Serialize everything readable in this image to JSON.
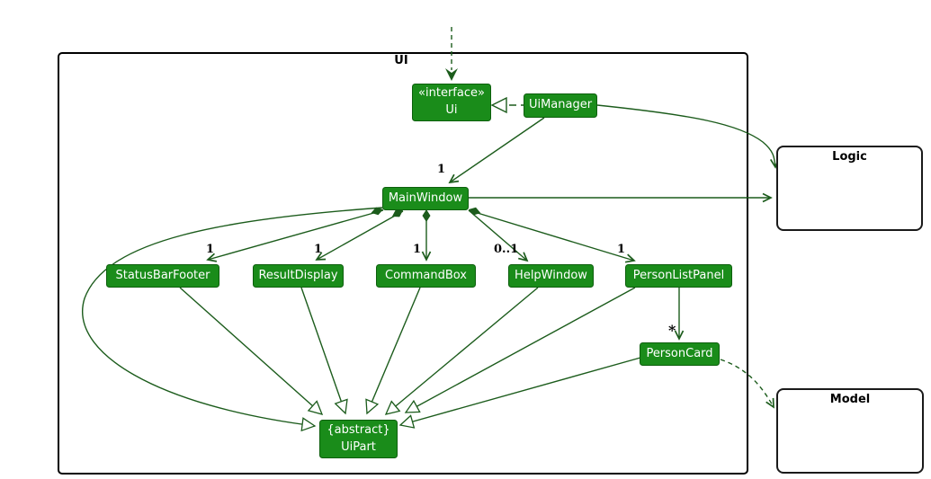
{
  "frame": {
    "label": "UI"
  },
  "classes": {
    "ui_interface": {
      "stereotype": "«interface»",
      "name": "Ui"
    },
    "ui_manager": {
      "name": "UiManager"
    },
    "main_window": {
      "name": "MainWindow"
    },
    "status_bar_footer": {
      "name": "StatusBarFooter"
    },
    "result_display": {
      "name": "ResultDisplay"
    },
    "command_box": {
      "name": "CommandBox"
    },
    "help_window": {
      "name": "HelpWindow"
    },
    "person_list_panel": {
      "name": "PersonListPanel"
    },
    "person_card": {
      "name": "PersonCard"
    },
    "ui_part": {
      "modifier": "{abstract}",
      "name": "UiPart"
    }
  },
  "external_components": {
    "logic": {
      "name": "Logic"
    },
    "model": {
      "name": "Model"
    }
  },
  "multiplicities": {
    "main_window": "1",
    "status_bar_footer": "1",
    "result_display": "1",
    "command_box": "1",
    "help_window": "0..1",
    "person_list_panel": "1",
    "person_card": "*"
  },
  "colors": {
    "class_fill": "#1A8C1A",
    "class_border": "#0D5F0D",
    "class_text": "#FFFFFF",
    "edge": "#1C5C1C",
    "frame_border": "#000000"
  }
}
